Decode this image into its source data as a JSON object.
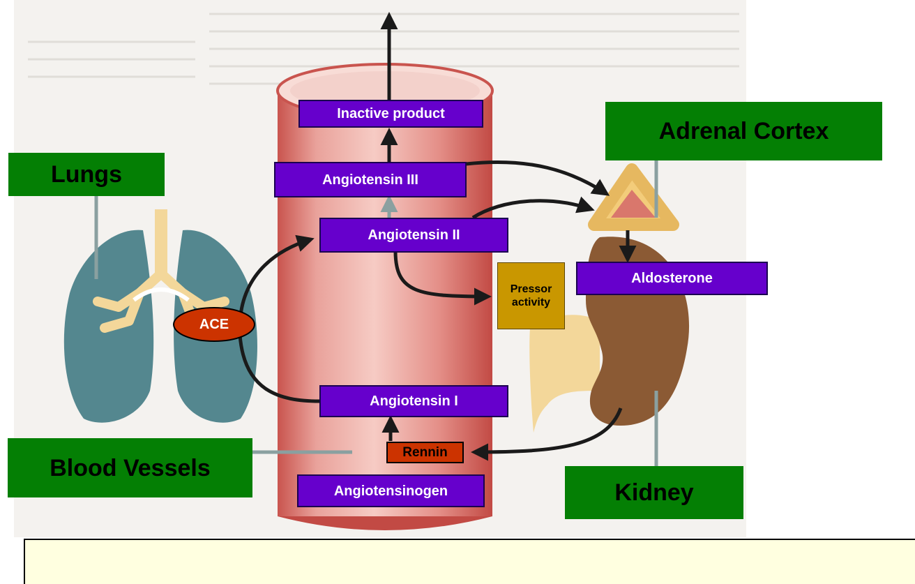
{
  "diagram": {
    "organs": {
      "lungs": "Lungs",
      "blood_vessels": "Blood Vessels",
      "adrenal_cortex": "Adrenal Cortex",
      "kidney": "Kidney"
    },
    "molecules": {
      "angiotensinogen": "Angiotensinogen",
      "angiotensin_1": "Angiotensin I",
      "angiotensin_2": "Angiotensin II",
      "angiotensin_3": "Angiotensin III",
      "inactive_product": "Inactive product",
      "aldosterone": "Aldosterone"
    },
    "enzymes": {
      "ace": "ACE",
      "rennin": "Rennin"
    },
    "pressor": {
      "line1": "Pressor",
      "line2": "activity"
    }
  },
  "colors": {
    "organ_label_bg": "#047f04",
    "molecule_label_bg": "#6600cc",
    "ace_fill": "#cc3300",
    "rennin_fill": "#cc3300",
    "pressor_fill": "#c99700",
    "caption_bg": "#ffffe0",
    "vessel": "#d9736c",
    "lung": "#54878f",
    "bronchi": "#f3d79a",
    "kidney": "#8b5a34"
  }
}
